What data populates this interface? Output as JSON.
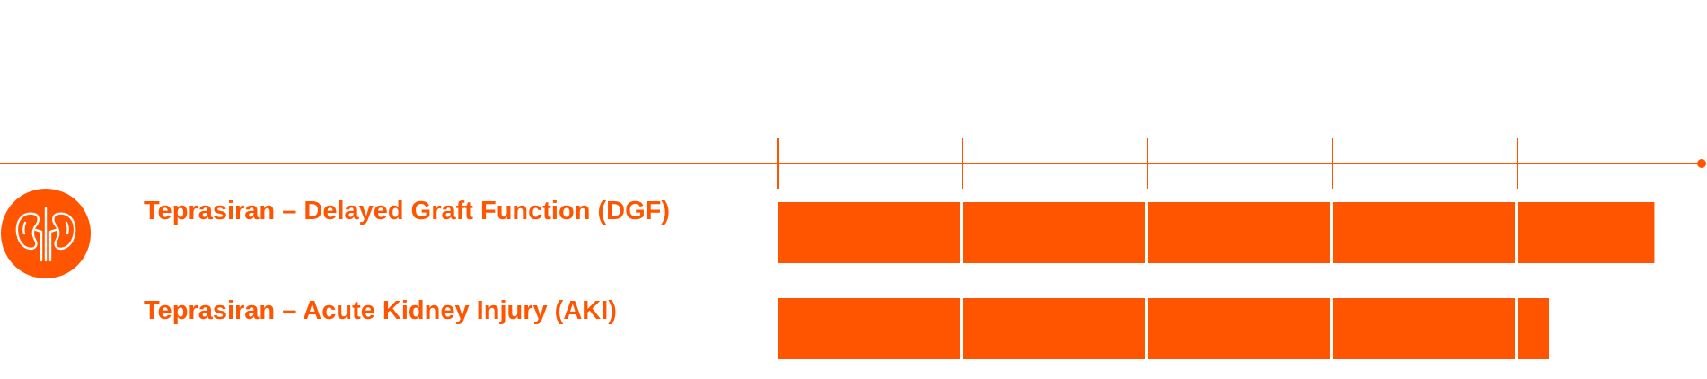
{
  "colors": {
    "accent": "#ff5500",
    "background": "#ffffff"
  },
  "icon": "kidney-icon",
  "chart_data": {
    "type": "bar",
    "orientation": "horizontal",
    "stacked": true,
    "title": "",
    "xlabel": "",
    "ylabel": "",
    "stage_count": 5,
    "xlim": [
      0,
      5
    ],
    "grid": false,
    "legend": "none",
    "categories": [
      "Teprasiran – Delayed Graft Function (DGF)",
      "Teprasiran – Acute Kidney Injury (AKI)"
    ],
    "values": [
      4.74,
      4.17
    ]
  }
}
